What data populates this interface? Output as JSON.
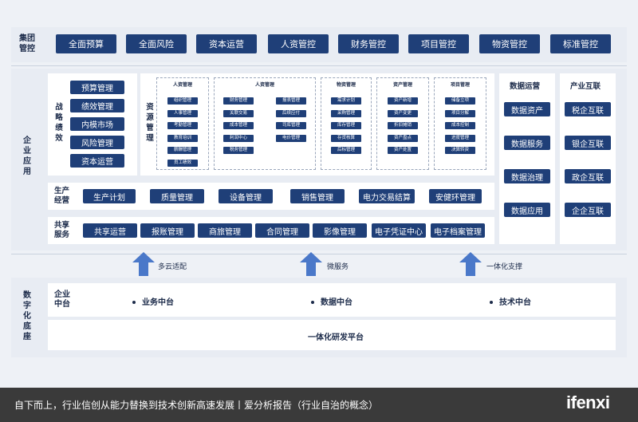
{
  "group": {
    "label": "集团管控",
    "items": [
      "全面预算",
      "全面风险",
      "资本运营",
      "人资管控",
      "财务管控",
      "项目管控",
      "物资管控",
      "标准管控"
    ]
  },
  "enterprise": {
    "label": "企业应用",
    "strategy": {
      "label": "战略绩效",
      "items": [
        "预算管理",
        "绩效管理",
        "内模市场",
        "风险管理",
        "资本运营"
      ]
    },
    "resource": {
      "label": "资源管理",
      "boxes": [
        {
          "title": "人资管理",
          "items": [
            "组织管理",
            "人事管理",
            "考勤管理",
            "教育培训",
            "薪酬管理",
            "员工绩效"
          ]
        },
        {
          "title": "人资管理",
          "left": [
            "财务管理",
            "关联交易",
            "成本管理",
            "利润中心",
            "税务管理"
          ],
          "right": [
            "报表管理",
            "后续应付",
            "司库管理",
            "电价管理"
          ]
        },
        {
          "title": "物资管理",
          "items": [
            "需求计划",
            "采购管理",
            "库存管理",
            "存货核算",
            "后标管理"
          ]
        },
        {
          "title": "资产管理",
          "items": [
            "资产新增",
            "资产变更",
            "折旧摊销",
            "资产盘点",
            "资产处置"
          ]
        },
        {
          "title": "项目管理",
          "items": [
            "储备立项",
            "项目分解",
            "成本控制",
            "进度管理",
            "决算转资"
          ]
        }
      ]
    },
    "data_ops": {
      "label": "数据运营",
      "items": [
        "数据资产",
        "数据服务",
        "数据治理",
        "数据应用"
      ]
    },
    "industry": {
      "label": "产业互联",
      "items": [
        "税企互联",
        "银企互联",
        "政企互联",
        "企企互联"
      ]
    },
    "production": {
      "label": "生产经营",
      "items": [
        "生产计划",
        "质量管理",
        "设备管理",
        "销售管理",
        "电力交易结算",
        "安健环管理"
      ]
    },
    "shared": {
      "label": "共享服务",
      "items": [
        "共享运营",
        "报账管理",
        "商旅管理",
        "合同管理",
        "影像管理",
        "电子凭证中心",
        "电子档案管理"
      ]
    }
  },
  "arrows": [
    "多云适配",
    "微服务",
    "一体化支撑"
  ],
  "base": {
    "label": "数字化底座",
    "enterprise_mid": {
      "label": "企业中台",
      "items": [
        "业务中台",
        "数据中台",
        "技术中台"
      ]
    },
    "platform": "一体化研发平台"
  },
  "caption": {
    "text": "自下而上，行业信创从能力替换到技术创新高速发展丨爱分析报告（行业自治的概念）",
    "brand": "ifenxi"
  },
  "colors": {
    "primary": "#1f3f78",
    "background": "#eef1f6",
    "caption_bg": "#3a3a3a"
  }
}
